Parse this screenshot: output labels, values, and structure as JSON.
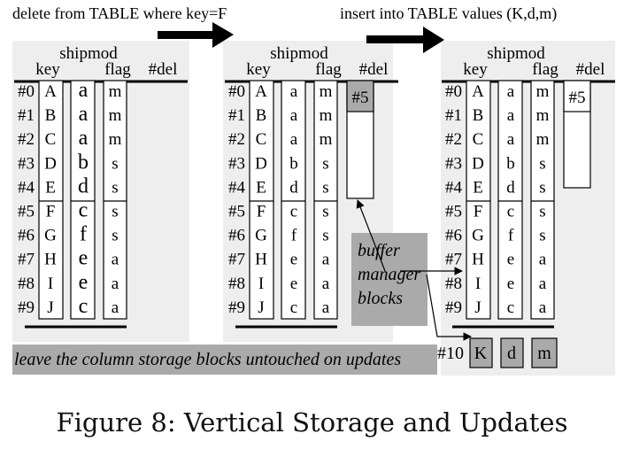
{
  "top_labels": {
    "delete_stmt": "delete from TABLE where key=F",
    "insert_stmt": "insert into TABLE values (K,d,m)"
  },
  "table_name": "shipmod",
  "column_headers": {
    "key": "key",
    "flag": "flag",
    "del": "#del"
  },
  "row_ids": [
    "#0",
    "#1",
    "#2",
    "#3",
    "#4",
    "#5",
    "#6",
    "#7",
    "#8",
    "#9"
  ],
  "column_key": [
    "A",
    "B",
    "C",
    "D",
    "E",
    "F",
    "G",
    "H",
    "I",
    "J"
  ],
  "column_mid": [
    "a",
    "a",
    "a",
    "b",
    "d",
    "c",
    "f",
    "e",
    "e",
    "c"
  ],
  "column_flag": [
    "m",
    "m",
    "m",
    "s",
    "s",
    "s",
    "s",
    "a",
    "a",
    "a"
  ],
  "deleted_marker": "#5",
  "callout_lines": [
    "buffer",
    "manager",
    "blocks"
  ],
  "new_row": {
    "id": "#10",
    "values": [
      "K",
      "d",
      "m"
    ]
  },
  "bottom_note": "leave the column storage blocks untouched on updates",
  "caption": "Figure 8: Vertical Storage and Updates",
  "colors": {
    "panel": "#eeeeee",
    "shade": "#aaaaaa",
    "line": "#000000"
  }
}
